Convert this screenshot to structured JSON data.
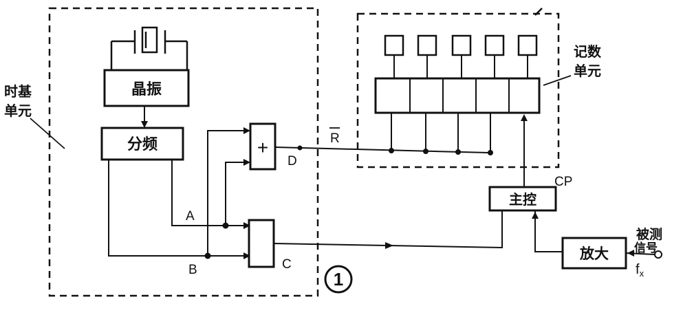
{
  "labels": {
    "timebase_unit": [
      "时基",
      "单元"
    ],
    "counter_unit": [
      "记数",
      "单元"
    ],
    "crystal": "晶振",
    "divider": "分频",
    "main_control": "主控",
    "amplifier": "放大",
    "measured_signal": [
      "被测",
      "信号"
    ],
    "fx": "f",
    "fx_sub": "x",
    "A": "A",
    "B": "B",
    "C": "C",
    "D": "D",
    "R": "R",
    "CP": "CP",
    "or_gate": "+",
    "figure_number": "1"
  },
  "counter": {
    "display_count": 5,
    "register_cells": 5
  },
  "colors": {
    "ink": "#111111",
    "background": "#ffffff"
  }
}
